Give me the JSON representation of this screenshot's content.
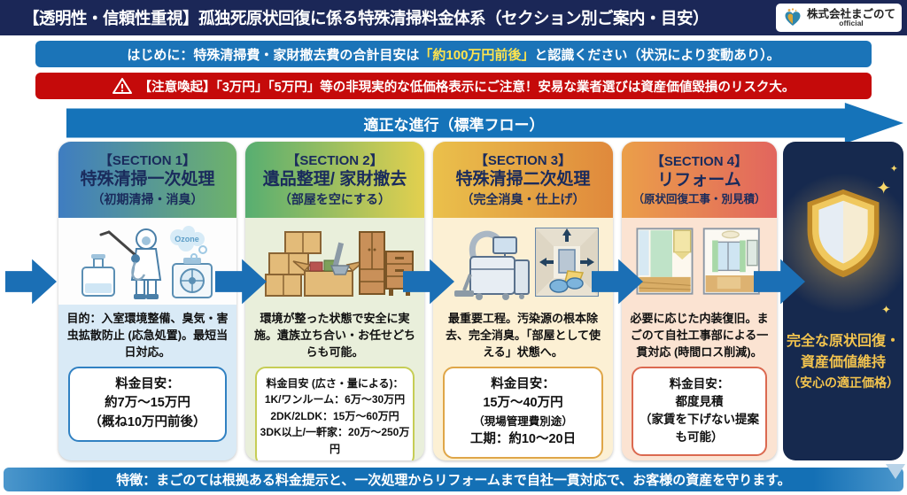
{
  "header": {
    "title": "【透明性・信頼性重視】孤独死原状回復に係る特殊清掃料金体系（セクション別ご案内・目安）",
    "logo_company": "株式会社まごのて",
    "logo_sub": "official"
  },
  "notices": {
    "intro_prefix": "はじめに：特殊清掃費・家財撤去費の合計目安は",
    "intro_highlight": "「約100万円前後」",
    "intro_suffix": "と認識ください（状況により変動あり）。",
    "warning_text": "【注意喚起】「3万円」「5万円」等の非現実的な低価格表示にご注意！安易な業者選びは資産価値毀損のリスク大。"
  },
  "flow_banner": {
    "label": "適正な進行（標準フロー）"
  },
  "sections": [
    {
      "tag": "【SECTION 1】",
      "title": "特殊清掃一次処理",
      "subtitle": "（初期清掃・消臭）",
      "description": "目的：入室環境整備、臭気・害虫拡散防止 (応急処置)。最短当日対応。",
      "image": "hazmat-worker-with-ozone-machine",
      "image_caption": "Ozone",
      "price_lines": [
        "料金目安：",
        "約7万〜15万円",
        "（概ね10万円前後）"
      ]
    },
    {
      "tag": "【SECTION 2】",
      "title": "遺品整理/ 家財撤去",
      "subtitle": "（部屋を空にする）",
      "description": "環境が整った状態で安全に実施。遺族立ち合い・お任せどちらも可能。",
      "image": "cardboard-boxes-and-furniture",
      "price_lines": [
        "料金目安 (広さ・量による)：",
        "1K/ワンルーム：6万〜30万円",
        "2DK/2LDK：15万〜60万円",
        "3DK以上/一軒家：20万〜250万円"
      ]
    },
    {
      "tag": "【SECTION 3】",
      "title": "特殊清掃二次処理",
      "subtitle": "（完全消臭・仕上げ）",
      "description": "最重要工程。汚染源の根本除去、完全消臭。「部屋として使える」状態へ。",
      "image": "deodorizing-machine-and-wall-wiping",
      "price_lines": [
        "料金目安：",
        "15万〜40万円",
        "（現場管理費別途）",
        "工期：約10〜20日"
      ]
    },
    {
      "tag": "【SECTION 4】",
      "title": "リフォーム",
      "subtitle": "（原状回復工事・別見積）",
      "description": "必要に応じた内装復旧。まごのて自社工事部による一貫対応 (時間ロス削減)。",
      "image": "renovated-room-interiors",
      "price_lines": [
        "料金目安：",
        "都度見積",
        "（家賃を下げない提案も可能）"
      ]
    }
  ],
  "result_card": {
    "line1": "完全な原状回復・",
    "line2": "資産価値維持",
    "line3": "（安心の適正価格）"
  },
  "footer": {
    "text": "特徴：まごのては根拠ある料金提示と、一次処理からリフォームまで自社一貫対応で、お客様の資産を守ります。"
  },
  "icons": {
    "logo": "heart-icon",
    "warning": "warning-triangle-icon",
    "flow_arrow": "right-arrow-icon",
    "shield": "gold-shield-icon",
    "sparkle_glyph": "✦"
  },
  "colors": {
    "header_navy": "#1b2757",
    "intro_blue": "#1b74b8",
    "highlight_yellow": "#ffe44d",
    "warning_red": "#c50a0a",
    "flow_blue": "#1573b9",
    "arrow_blue": "#1b6fb5",
    "result_navy": "#16294e",
    "result_gold": "#f3c44e",
    "card1_body": "#d9eaf6",
    "card2_body": "#e9efdb",
    "card3_body": "#fcf0d4",
    "card4_body": "#fbe3d2"
  }
}
